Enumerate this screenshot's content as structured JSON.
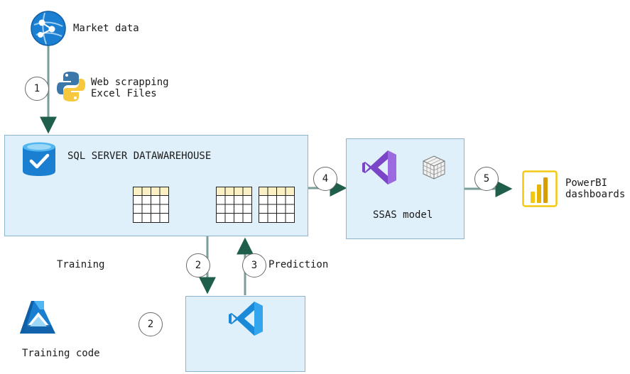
{
  "nodes": {
    "market_data": "Market data",
    "web_scraping_line1": "Web scrapping",
    "web_scraping_line2": "Excel Files",
    "dwh_title": "SQL SERVER DATAWAREHOUSE",
    "ssas": "SSAS model",
    "powerbi_line1": "PowerBI",
    "powerbi_line2": "dashboards",
    "training": "Training",
    "prediction": "Prediction",
    "training_code": "Training code"
  },
  "steps": {
    "s1": "1",
    "s2": "2",
    "s3": "3",
    "s4": "4",
    "s5": "5",
    "s2b": "2"
  },
  "colors": {
    "box_fill": "#dff0fb",
    "box_border": "#8ab4cf",
    "arrow": "#1f5e4a"
  }
}
